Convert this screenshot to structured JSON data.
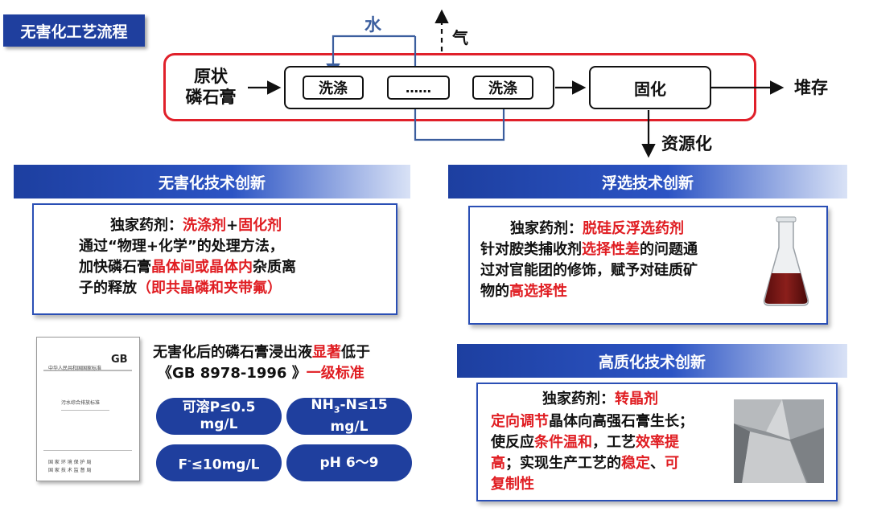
{
  "title": "无害化工艺流程",
  "flow": {
    "water": "水",
    "gas": "气",
    "input_line1": "原状",
    "input_line2": "磷石膏",
    "wash1": "洗涤",
    "dots": "……",
    "wash2": "洗涤",
    "solidify": "固化",
    "stack": "堆存",
    "resource": "资源化"
  },
  "left_panel": {
    "heading": "无害化技术创新",
    "agent_prefix": "独家药剂：",
    "agent_a": "洗涤剂",
    "agent_plus": "+",
    "agent_b": "固化剂",
    "l2": "通过“物理+化学”的处理方法，",
    "l3a": "加快磷石膏",
    "l3b": "晶体间或晶体内",
    "l3c": "杂质离",
    "l4a": "子的释放",
    "l4b": "（即共晶磷和夹带氟）"
  },
  "standard": {
    "doc_org": "中华人民共和国国家标准",
    "doc_title": "污水综合排放标准",
    "doc_logo": "GB",
    "doc_bottom": "国 家 环 境 保 护 局",
    "doc_bottom2": "国 家 技 术 监 督 局",
    "line1a": "无害化后的磷石膏浸出液",
    "line1b": "显著",
    "line1c": "低于",
    "line2a": "《GB 8978-1996 》",
    "line2b": "一级标准",
    "pill1_a": "可溶P≤0.5",
    "pill1_b": "mg/L",
    "pill2_a": "NH",
    "pill2_sub": "3",
    "pill2_b": "-N≤15",
    "pill2_c": "mg/L",
    "pill3_a": "F",
    "pill3_sup": "-",
    "pill3_b": "≤10mg/L",
    "pill4": "pH 6～9"
  },
  "right_top": {
    "heading": "浮选技术创新",
    "agent_prefix": "独家药剂：",
    "agent": "脱硅反浮选药剂",
    "l2a": "针对胺类捕收剂",
    "l2b": "选择性差",
    "l2c": "的问题通",
    "l3": "过对官能团的修饰，赋予对硅质矿",
    "l4a": "物的",
    "l4b": "高选择性"
  },
  "right_bottom": {
    "heading": "高质化技术创新",
    "agent_prefix": "独家药剂：",
    "agent": "转晶剂",
    "l2a": "定向调节",
    "l2b": "晶体向高强石膏生长；",
    "l3a": "使反应",
    "l3b": "条件温和",
    "l3c": "，工艺",
    "l3d": "效率提",
    "l4a": "高",
    "l4b": "；实现生产工艺的",
    "l4c": "稳定",
    "l4d": "、",
    "l4e": "可",
    "l5": "复制性"
  }
}
